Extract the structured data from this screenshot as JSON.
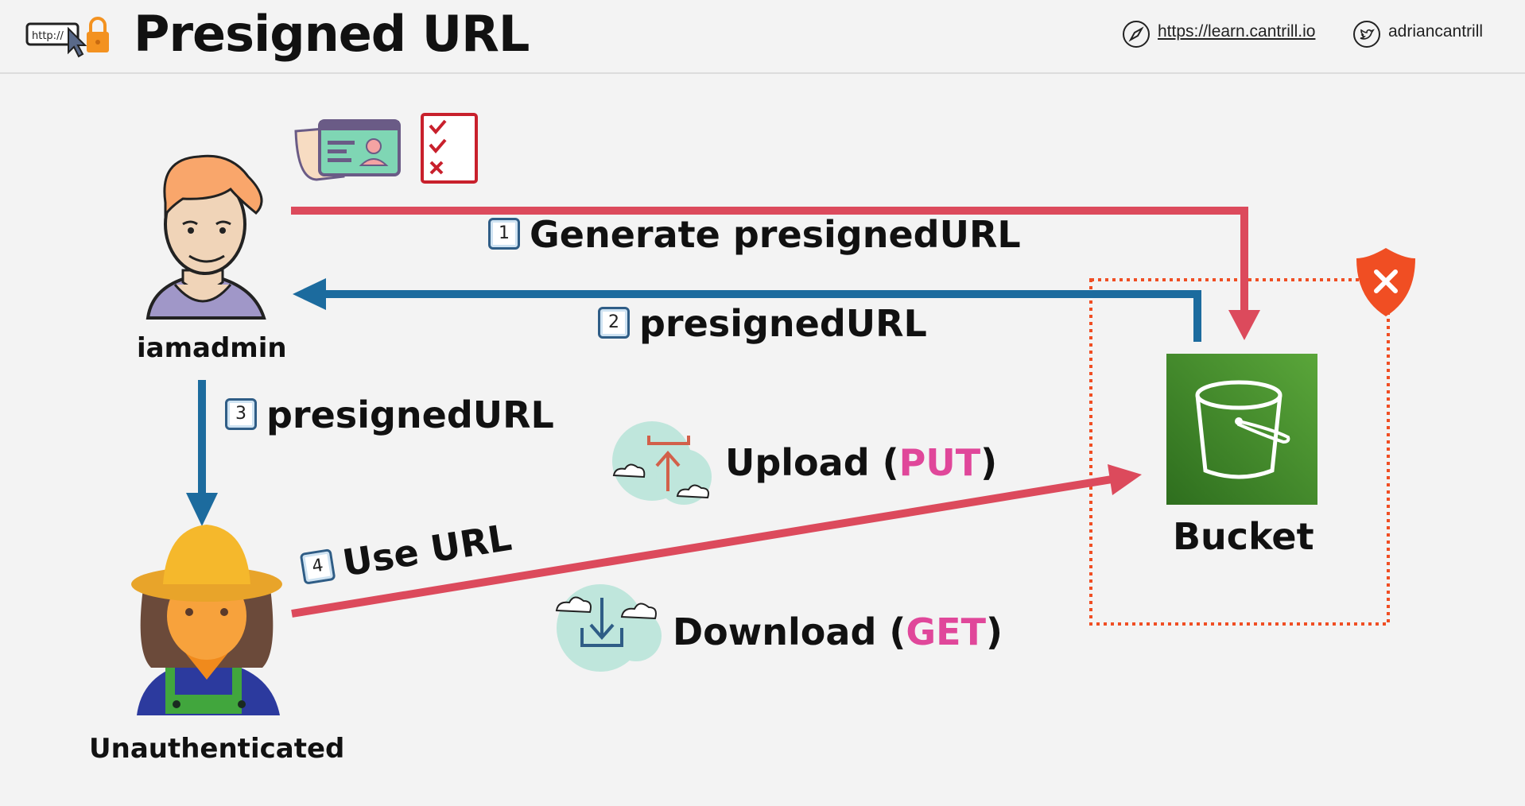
{
  "header": {
    "title": "Presigned URL",
    "logo_icon": "http-lock-icon",
    "website": "https://learn.cantrill.io",
    "website_icon": "compass-icon",
    "twitter": "adriancantrill",
    "twitter_icon": "twitter-bird-icon"
  },
  "actors": {
    "admin": {
      "label": "iamadmin",
      "icon": "admin-person-icon"
    },
    "user": {
      "label": "Unauthenticated",
      "icon": "farmer-person-icon"
    }
  },
  "bucket": {
    "label": "Bucket",
    "icon": "s3-bucket-icon",
    "deny_icon": "shield-deny-icon"
  },
  "steps": [
    {
      "num": "1",
      "text": "Generate presignedURL"
    },
    {
      "num": "2",
      "text": "presignedURL"
    },
    {
      "num": "3",
      "text": "presignedURL"
    },
    {
      "num": "4",
      "text": "Use URL"
    }
  ],
  "operations": {
    "upload": {
      "text": "Upload (",
      "verb": "PUT",
      "close": ")",
      "icon": "upload-cloud-icon"
    },
    "download": {
      "text": "Download (",
      "verb": "GET",
      "close": ")",
      "icon": "download-cloud-icon"
    }
  },
  "colors": {
    "red_arrow": "#dc4a5c",
    "blue_arrow": "#1c6b9e",
    "bucket_green": "#3d8c2a",
    "deny_orange": "#f04e23",
    "verb_pink": "#e0479a"
  }
}
